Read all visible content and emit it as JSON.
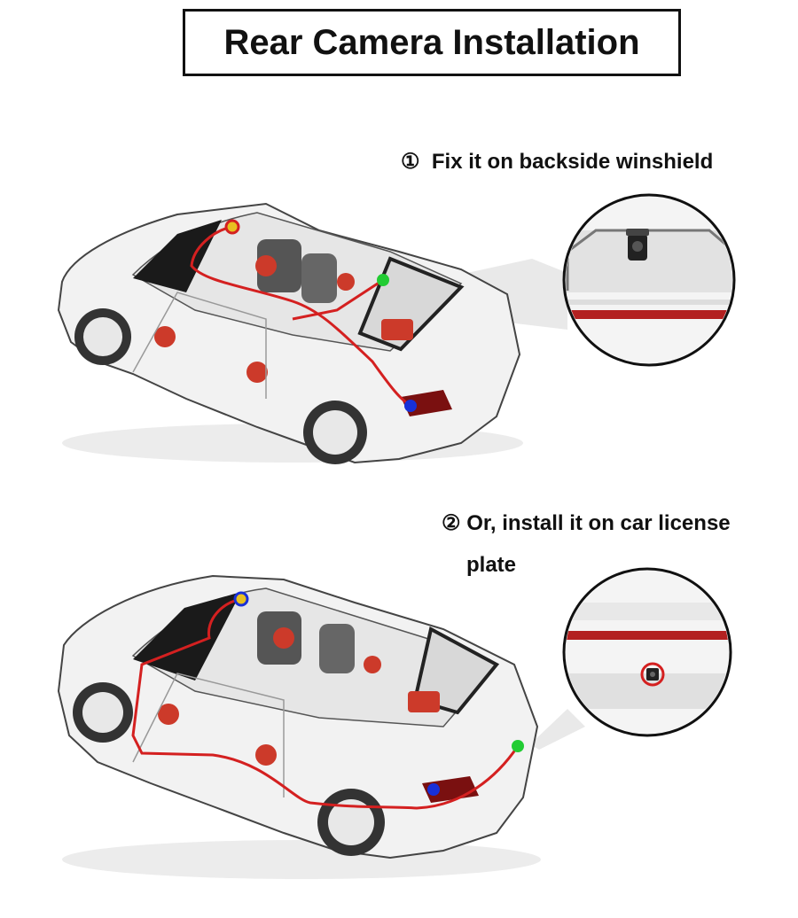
{
  "title": "Rear Camera Installation",
  "option1": {
    "marker": "①",
    "text": "Fix it on backside winshield"
  },
  "option2": {
    "marker": "②",
    "text_line1": "Or, install it on car license",
    "text_line2": "plate"
  },
  "colors": {
    "cable": "#d42020",
    "dot_front_camera": "#e8c020",
    "dot_window_mount": "#22cc33",
    "dot_rear_light": "#1830d8",
    "car_body": "#f2f2f2",
    "car_outline": "#333333",
    "interior_accent": "#cc3a2a"
  },
  "icons": [
    "car-illustration-icon",
    "rear-camera-icon",
    "magnifier-circle-icon"
  ]
}
